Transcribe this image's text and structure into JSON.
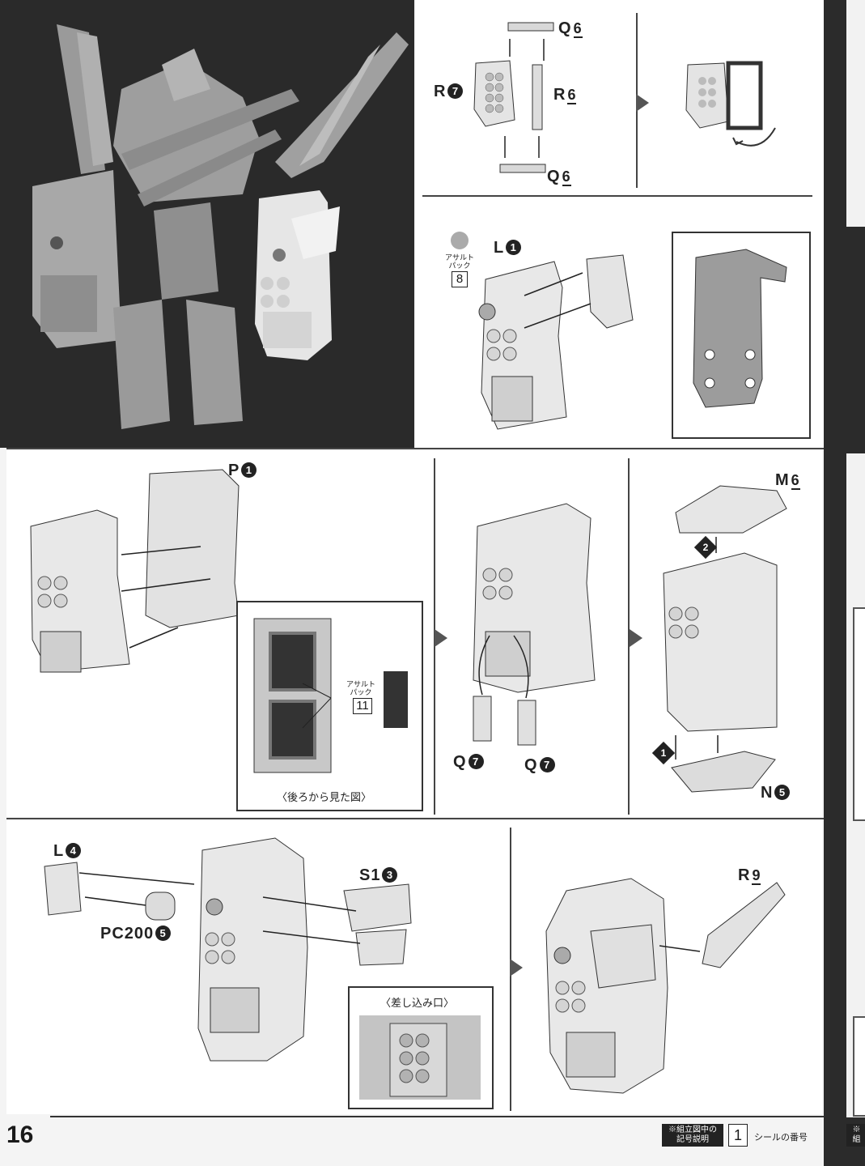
{
  "page": {
    "number": "16"
  },
  "top_right": {
    "step1": {
      "parts": [
        {
          "letter": "Q",
          "num": "6",
          "style": "underline",
          "pos": "top"
        },
        {
          "letter": "R",
          "num": "7",
          "style": "circle",
          "pos": "left"
        },
        {
          "letter": "R",
          "num": "6",
          "style": "underline",
          "pos": "right"
        },
        {
          "letter": "Q",
          "num": "6",
          "style": "underline",
          "pos": "bottom"
        }
      ]
    },
    "step2": {
      "part": {
        "letter": "L",
        "num": "1"
      },
      "sticker_label": "アサルト\nパック",
      "sticker_number": "8"
    }
  },
  "middle": {
    "part_p": {
      "letter": "P",
      "num": "1"
    },
    "rear_view_caption": "〈後ろから見た図〉",
    "sticker_label": "アサルト\nパック",
    "sticker_number": "11",
    "q_left": {
      "letter": "Q",
      "num": "7"
    },
    "q_right": {
      "letter": "Q",
      "num": "7"
    },
    "m_part": {
      "letter": "M",
      "num": "6"
    },
    "n_part": {
      "letter": "N",
      "num": "5"
    },
    "order_1": "1",
    "order_2": "2"
  },
  "bottom": {
    "l_part": {
      "letter": "L",
      "num": "4"
    },
    "pc_part": {
      "letter": "PC200",
      "num": "5"
    },
    "s_part": {
      "letter": "S1",
      "num": "3"
    },
    "insert_caption": "〈差し込み口〉",
    "r_part": {
      "letter": "R",
      "num": "9"
    }
  },
  "footer": {
    "legend_line1": "※組立図中の",
    "legend_line2": "記号説明",
    "sticker_box_num": "1",
    "sticker_box_text": "シールの番号",
    "next_page_stub": "※組"
  }
}
